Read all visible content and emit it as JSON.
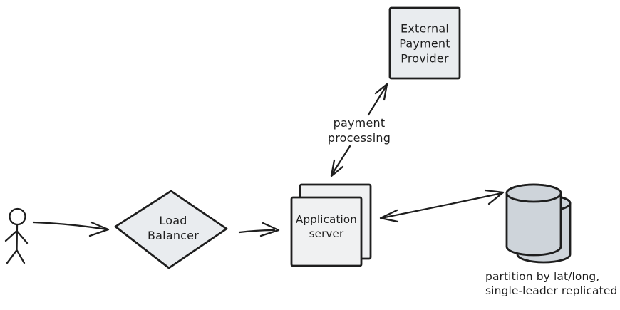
{
  "colors": {
    "stroke": "#1e1e1e",
    "node_fill": "#e9ecef",
    "server_fill": "#f0f1f2",
    "db_fill": "#ced4da",
    "background": "#ffffff"
  },
  "nodes": {
    "load_balancer": {
      "label": "Load\nBalancer"
    },
    "app_server": {
      "label": "Application\nserver"
    },
    "payment_provider": {
      "label": "External\nPayment\nProvider"
    },
    "database": {
      "caption": "partition by lat/long,\nsingle-leader replicated"
    }
  },
  "edges": {
    "payment": {
      "label": "payment\nprocessing"
    }
  }
}
